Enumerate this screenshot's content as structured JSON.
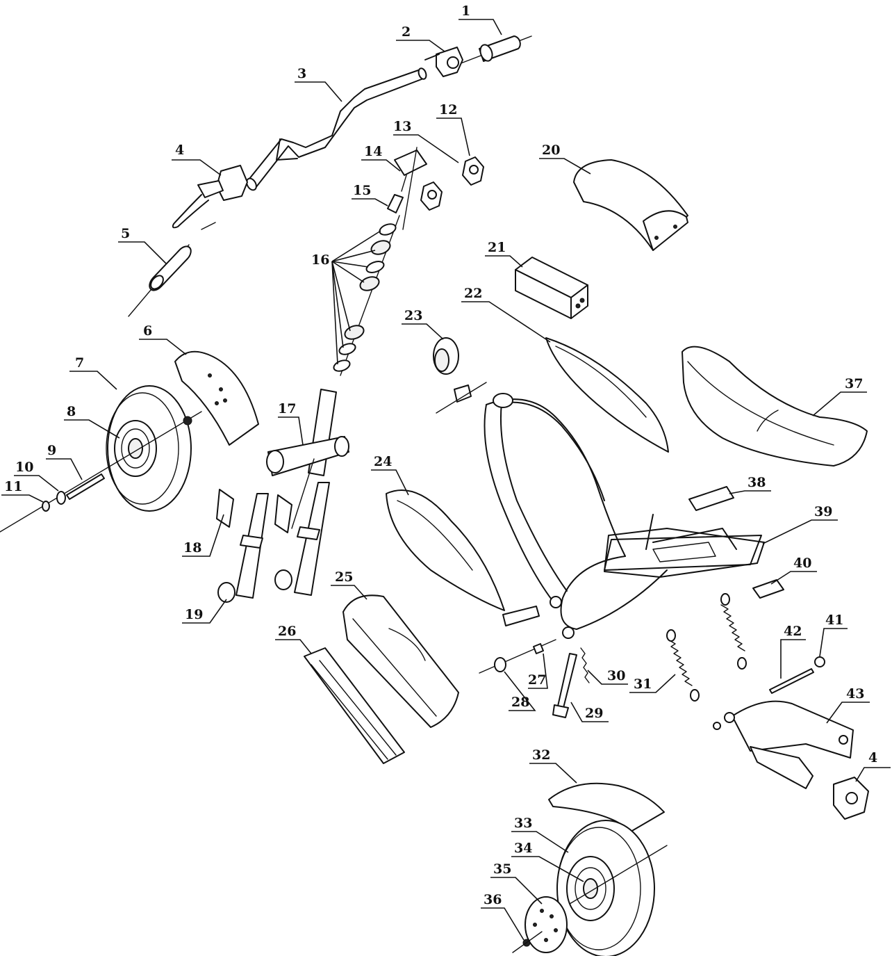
{
  "callouts": [
    {
      "id": "c1",
      "text": "1"
    },
    {
      "id": "c2",
      "text": "2"
    },
    {
      "id": "c3",
      "text": "3"
    },
    {
      "id": "c4a",
      "text": "4"
    },
    {
      "id": "c4b",
      "text": "4"
    },
    {
      "id": "c5",
      "text": "5"
    },
    {
      "id": "c6",
      "text": "6"
    },
    {
      "id": "c7",
      "text": "7"
    },
    {
      "id": "c8",
      "text": "8"
    },
    {
      "id": "c9",
      "text": "9"
    },
    {
      "id": "c10",
      "text": "10"
    },
    {
      "id": "c11",
      "text": "11"
    },
    {
      "id": "c12",
      "text": "12"
    },
    {
      "id": "c13",
      "text": "13"
    },
    {
      "id": "c14",
      "text": "14"
    },
    {
      "id": "c15",
      "text": "15"
    },
    {
      "id": "c16",
      "text": "16"
    },
    {
      "id": "c17",
      "text": "17"
    },
    {
      "id": "c18",
      "text": "18"
    },
    {
      "id": "c19",
      "text": "19"
    },
    {
      "id": "c20",
      "text": "20"
    },
    {
      "id": "c21",
      "text": "21"
    },
    {
      "id": "c22",
      "text": "22"
    },
    {
      "id": "c23",
      "text": "23"
    },
    {
      "id": "c24",
      "text": "24"
    },
    {
      "id": "c25",
      "text": "25"
    },
    {
      "id": "c26",
      "text": "26"
    },
    {
      "id": "c27",
      "text": "27"
    },
    {
      "id": "c28",
      "text": "28"
    },
    {
      "id": "c29",
      "text": "29"
    },
    {
      "id": "c30",
      "text": "30"
    },
    {
      "id": "c31",
      "text": "31"
    },
    {
      "id": "c32",
      "text": "32"
    },
    {
      "id": "c33",
      "text": "33"
    },
    {
      "id": "c34",
      "text": "34"
    },
    {
      "id": "c35",
      "text": "35"
    },
    {
      "id": "c36",
      "text": "36"
    },
    {
      "id": "c37",
      "text": "37"
    },
    {
      "id": "c38",
      "text": "38"
    },
    {
      "id": "c39",
      "text": "39"
    },
    {
      "id": "c40",
      "text": "40"
    },
    {
      "id": "c41",
      "text": "41"
    },
    {
      "id": "c42",
      "text": "42"
    },
    {
      "id": "c43",
      "text": "43"
    }
  ],
  "colors": {
    "line": "#111111",
    "background": "#ffffff"
  }
}
